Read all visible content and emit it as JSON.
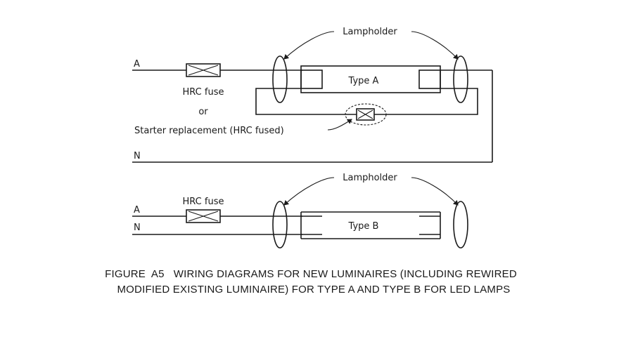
{
  "diagram_a": {
    "line_a_label": "A",
    "line_n_label": "N",
    "fuse_label": "HRC fuse",
    "or_label": "or",
    "starter_label": "Starter replacement (HRC fused)",
    "lampholder_label": "Lampholder",
    "lamp_label": "Type A"
  },
  "diagram_b": {
    "line_a_label": "A",
    "line_n_label": "N",
    "fuse_label": "HRC fuse",
    "lampholder_label": "Lampholder",
    "lamp_label": "Type B"
  },
  "caption": {
    "line1": "FIGURE  A5   WIRING DIAGRAMS FOR NEW LUMINAIRES (INCLUDING REWIRED",
    "line2": "MODIFIED EXISTING LUMINAIRE) FOR TYPE A AND TYPE B FOR LED LAMPS"
  }
}
